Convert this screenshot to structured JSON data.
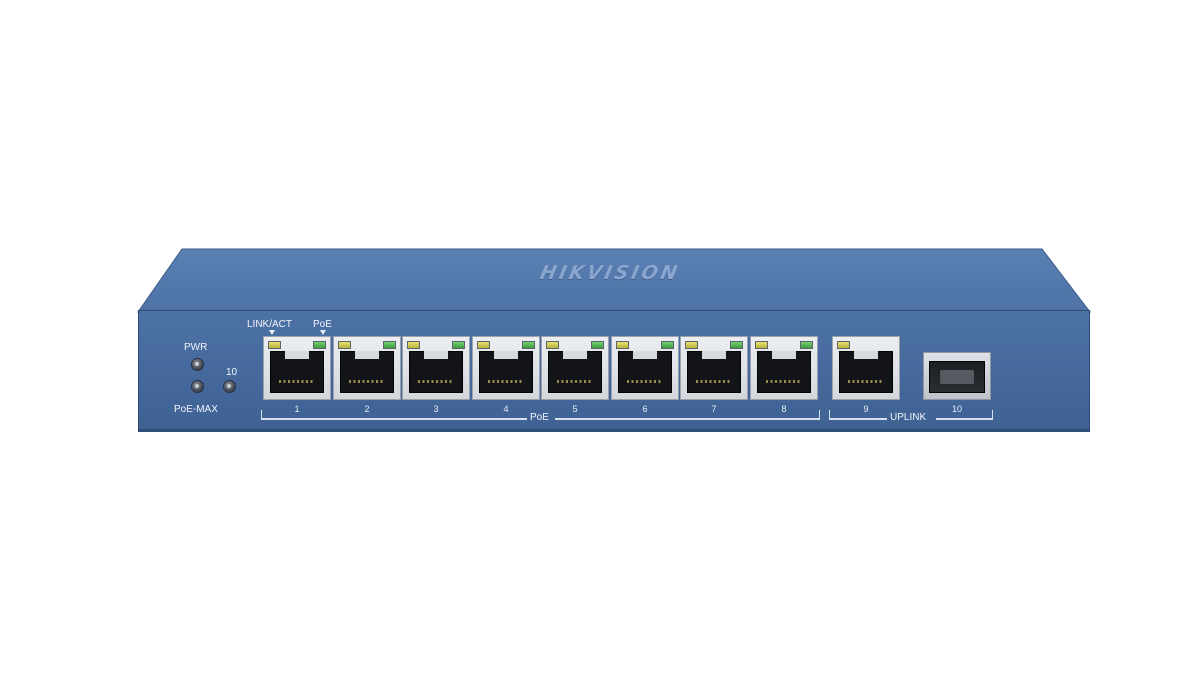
{
  "device": {
    "brand": "HIKVISION",
    "colors": {
      "body": "#4a6fa2",
      "top": "#5479ad",
      "led_link": "#e9e26a",
      "led_poe": "#74d26c"
    }
  },
  "indicators": {
    "pwr": "PWR",
    "poe_max": "PoE-MAX",
    "ten": "10",
    "link_act": "LINK/ACT",
    "poe_top": "PoE"
  },
  "ports": {
    "rj45_poe": [
      "1",
      "2",
      "3",
      "4",
      "5",
      "6",
      "7",
      "8"
    ],
    "uplink_rj45": "9",
    "uplink_sfp": "10"
  },
  "groups": {
    "poe": "PoE",
    "uplink": "UPLINK"
  }
}
